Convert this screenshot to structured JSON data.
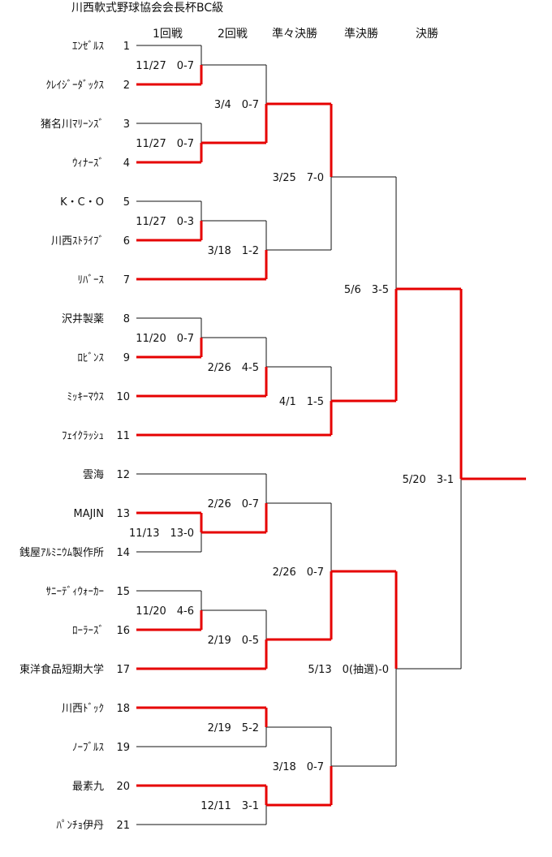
{
  "title": "川西軟式野球協会会長杯BC級",
  "rounds": [
    "1回戦",
    "2回戦",
    "準々決勝",
    "準決勝",
    "決勝"
  ],
  "teams": [
    {
      "name": "ｴﾝｾﾞﾙｽ",
      "seed": "1"
    },
    {
      "name": "ｸﾚｲｼﾞｰﾀﾞｯｸｽ",
      "seed": "2"
    },
    {
      "name": "猪名川ﾏﾘｰﾝｽﾞ",
      "seed": "3"
    },
    {
      "name": "ｳｨﾅｰｽﾞ",
      "seed": "4"
    },
    {
      "name": "K・C・O",
      "seed": "5"
    },
    {
      "name": "川西ｽﾄﾗｲﾌﾞ",
      "seed": "6"
    },
    {
      "name": "ﾘﾊﾞｰｽ",
      "seed": "7"
    },
    {
      "name": "沢井製薬",
      "seed": "8"
    },
    {
      "name": "ﾛﾋﾞﾝｽ",
      "seed": "9"
    },
    {
      "name": "ﾐｯｷｰﾏｳｽ",
      "seed": "10"
    },
    {
      "name": "ﾌｪｲｸﾗｯｼｭ",
      "seed": "11"
    },
    {
      "name": "雲海",
      "seed": "12"
    },
    {
      "name": "MAJIN",
      "seed": "13"
    },
    {
      "name": "銭屋ｱﾙﾐﾆｳﾑ製作所",
      "seed": "14"
    },
    {
      "name": "ｻﾆｰﾃﾞｨｳｫｰｶｰ",
      "seed": "15"
    },
    {
      "name": "ﾛｰﾗｰｽﾞ",
      "seed": "16"
    },
    {
      "name": "東洋食品短期大学",
      "seed": "17"
    },
    {
      "name": "川西ﾄﾞｯｸ",
      "seed": "18"
    },
    {
      "name": "ﾉｰﾌﾞﾙｽ",
      "seed": "19"
    },
    {
      "name": "最素九",
      "seed": "20"
    },
    {
      "name": "ﾊﾟﾝﾁｮ伊丹",
      "seed": "21"
    }
  ],
  "matches": [
    {
      "id": "r1a",
      "round": "1回戦",
      "teams": [
        "1",
        "2"
      ],
      "result": "11/27　0-7",
      "winner": "bottom"
    },
    {
      "id": "r1b",
      "round": "1回戦",
      "teams": [
        "3",
        "4"
      ],
      "result": "11/27　0-7",
      "winner": "bottom"
    },
    {
      "id": "r1c",
      "round": "1回戦",
      "teams": [
        "5",
        "6"
      ],
      "result": "11/27　0-3",
      "winner": "bottom"
    },
    {
      "id": "r1d",
      "round": "1回戦",
      "teams": [
        "8",
        "9"
      ],
      "result": "11/20　0-7",
      "winner": "bottom"
    },
    {
      "id": "r1e",
      "round": "1回戦",
      "teams": [
        "13",
        "14"
      ],
      "result": "11/13　13-0",
      "winner": "top"
    },
    {
      "id": "r1f",
      "round": "1回戦",
      "teams": [
        "15",
        "16"
      ],
      "result": "11/20　4-6",
      "winner": "bottom"
    },
    {
      "id": "r2a",
      "round": "2回戦",
      "teams": [
        "r1a",
        "r1b"
      ],
      "result": "3/4　0-7",
      "winner": "bottom"
    },
    {
      "id": "r2b",
      "round": "2回戦",
      "teams": [
        "r1c",
        "7"
      ],
      "result": "3/18　1-2",
      "winner": "bottom"
    },
    {
      "id": "r2c",
      "round": "2回戦",
      "teams": [
        "r1d",
        "10"
      ],
      "result": "2/26　4-5",
      "winner": "bottom"
    },
    {
      "id": "r2d",
      "round": "2回戦",
      "teams": [
        "12",
        "r1e"
      ],
      "result": "2/26　0-7",
      "winner": "bottom"
    },
    {
      "id": "r2e",
      "round": "2回戦",
      "teams": [
        "r1f",
        "17"
      ],
      "result": "2/19　0-5",
      "winner": "bottom"
    },
    {
      "id": "r2f",
      "round": "2回戦",
      "teams": [
        "18",
        "19"
      ],
      "result": "2/19　5-2",
      "winner": "top"
    },
    {
      "id": "r2g",
      "round": "2回戦",
      "teams": [
        "20",
        "21"
      ],
      "result": "12/11　3-1",
      "winner": "top"
    },
    {
      "id": "qfa",
      "round": "準々決勝",
      "teams": [
        "r2a",
        "r2b"
      ],
      "result": "3/25　7-0",
      "winner": "top"
    },
    {
      "id": "qfb",
      "round": "準々決勝",
      "teams": [
        "r2c",
        "11"
      ],
      "result": "4/1　1-5",
      "winner": "bottom"
    },
    {
      "id": "qfc",
      "round": "準々決勝",
      "teams": [
        "r2d",
        "r2e"
      ],
      "result": "2/26　0-7",
      "winner": "bottom"
    },
    {
      "id": "qfd",
      "round": "準々決勝",
      "teams": [
        "r2f",
        "r2g"
      ],
      "result": "3/18　0-7",
      "winner": "bottom"
    },
    {
      "id": "sfa",
      "round": "準決勝",
      "teams": [
        "qfa",
        "qfb"
      ],
      "result": "5/6　3-5",
      "winner": "bottom"
    },
    {
      "id": "sfb",
      "round": "準決勝",
      "teams": [
        "qfc",
        "qfd"
      ],
      "result": "5/13　0(抽選)-0",
      "winner": "top"
    },
    {
      "id": "final",
      "round": "決勝",
      "teams": [
        "sfa",
        "sfb"
      ],
      "result": "5/20　3-1",
      "winner": "top"
    }
  ],
  "colors": {
    "line": "#111111",
    "winner_line": "#e60000",
    "background": "#ffffff"
  }
}
